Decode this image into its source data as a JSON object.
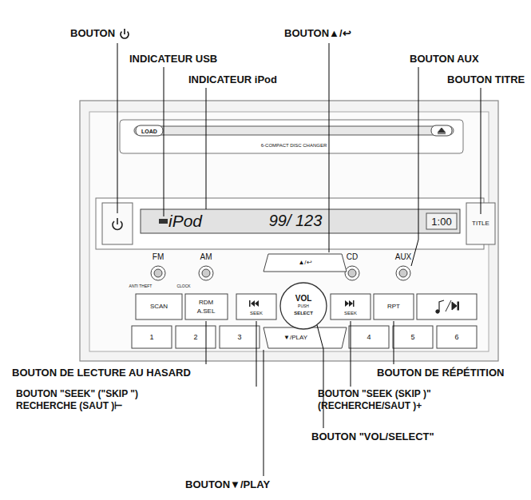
{
  "diagram": {
    "labels": [
      "BOUTON",
      "INDICATEUR USB",
      "INDICATEUR iPod",
      "BOUTON▲/↩",
      "BOUTON AUX",
      "BOUTON TITRE",
      "BOUTON DE LECTURE AU HASARD",
      "BOUTON DE RÉPÉTITION",
      "BOUTON \"SEEK\" (\"SKIP \")",
      "RECHERCHE (SAUT )⊢",
      "BOUTON \"SEEK (SKIP )\"",
      "(RECHERCHE/SAUT )+",
      "BOUTON \"VOL/SELECT\"",
      "BOUTON▼/PLAY",
      "LOAD",
      "6-COMPACT DISC CHANGER",
      "iPod",
      "99/ 123",
      "1:00",
      "TITLE",
      "FM",
      "AM",
      "CD",
      "AUX",
      "ANTI THEFT",
      "CLOCK",
      "SCAN",
      "RDM",
      "A.SEL",
      "SEEK",
      "VOL",
      "PUSH",
      "SELECT",
      "SEEK",
      "RPT",
      "▲/↩",
      "▼/PLAY",
      "1",
      "2",
      "3",
      "4",
      "5",
      "6"
    ]
  }
}
